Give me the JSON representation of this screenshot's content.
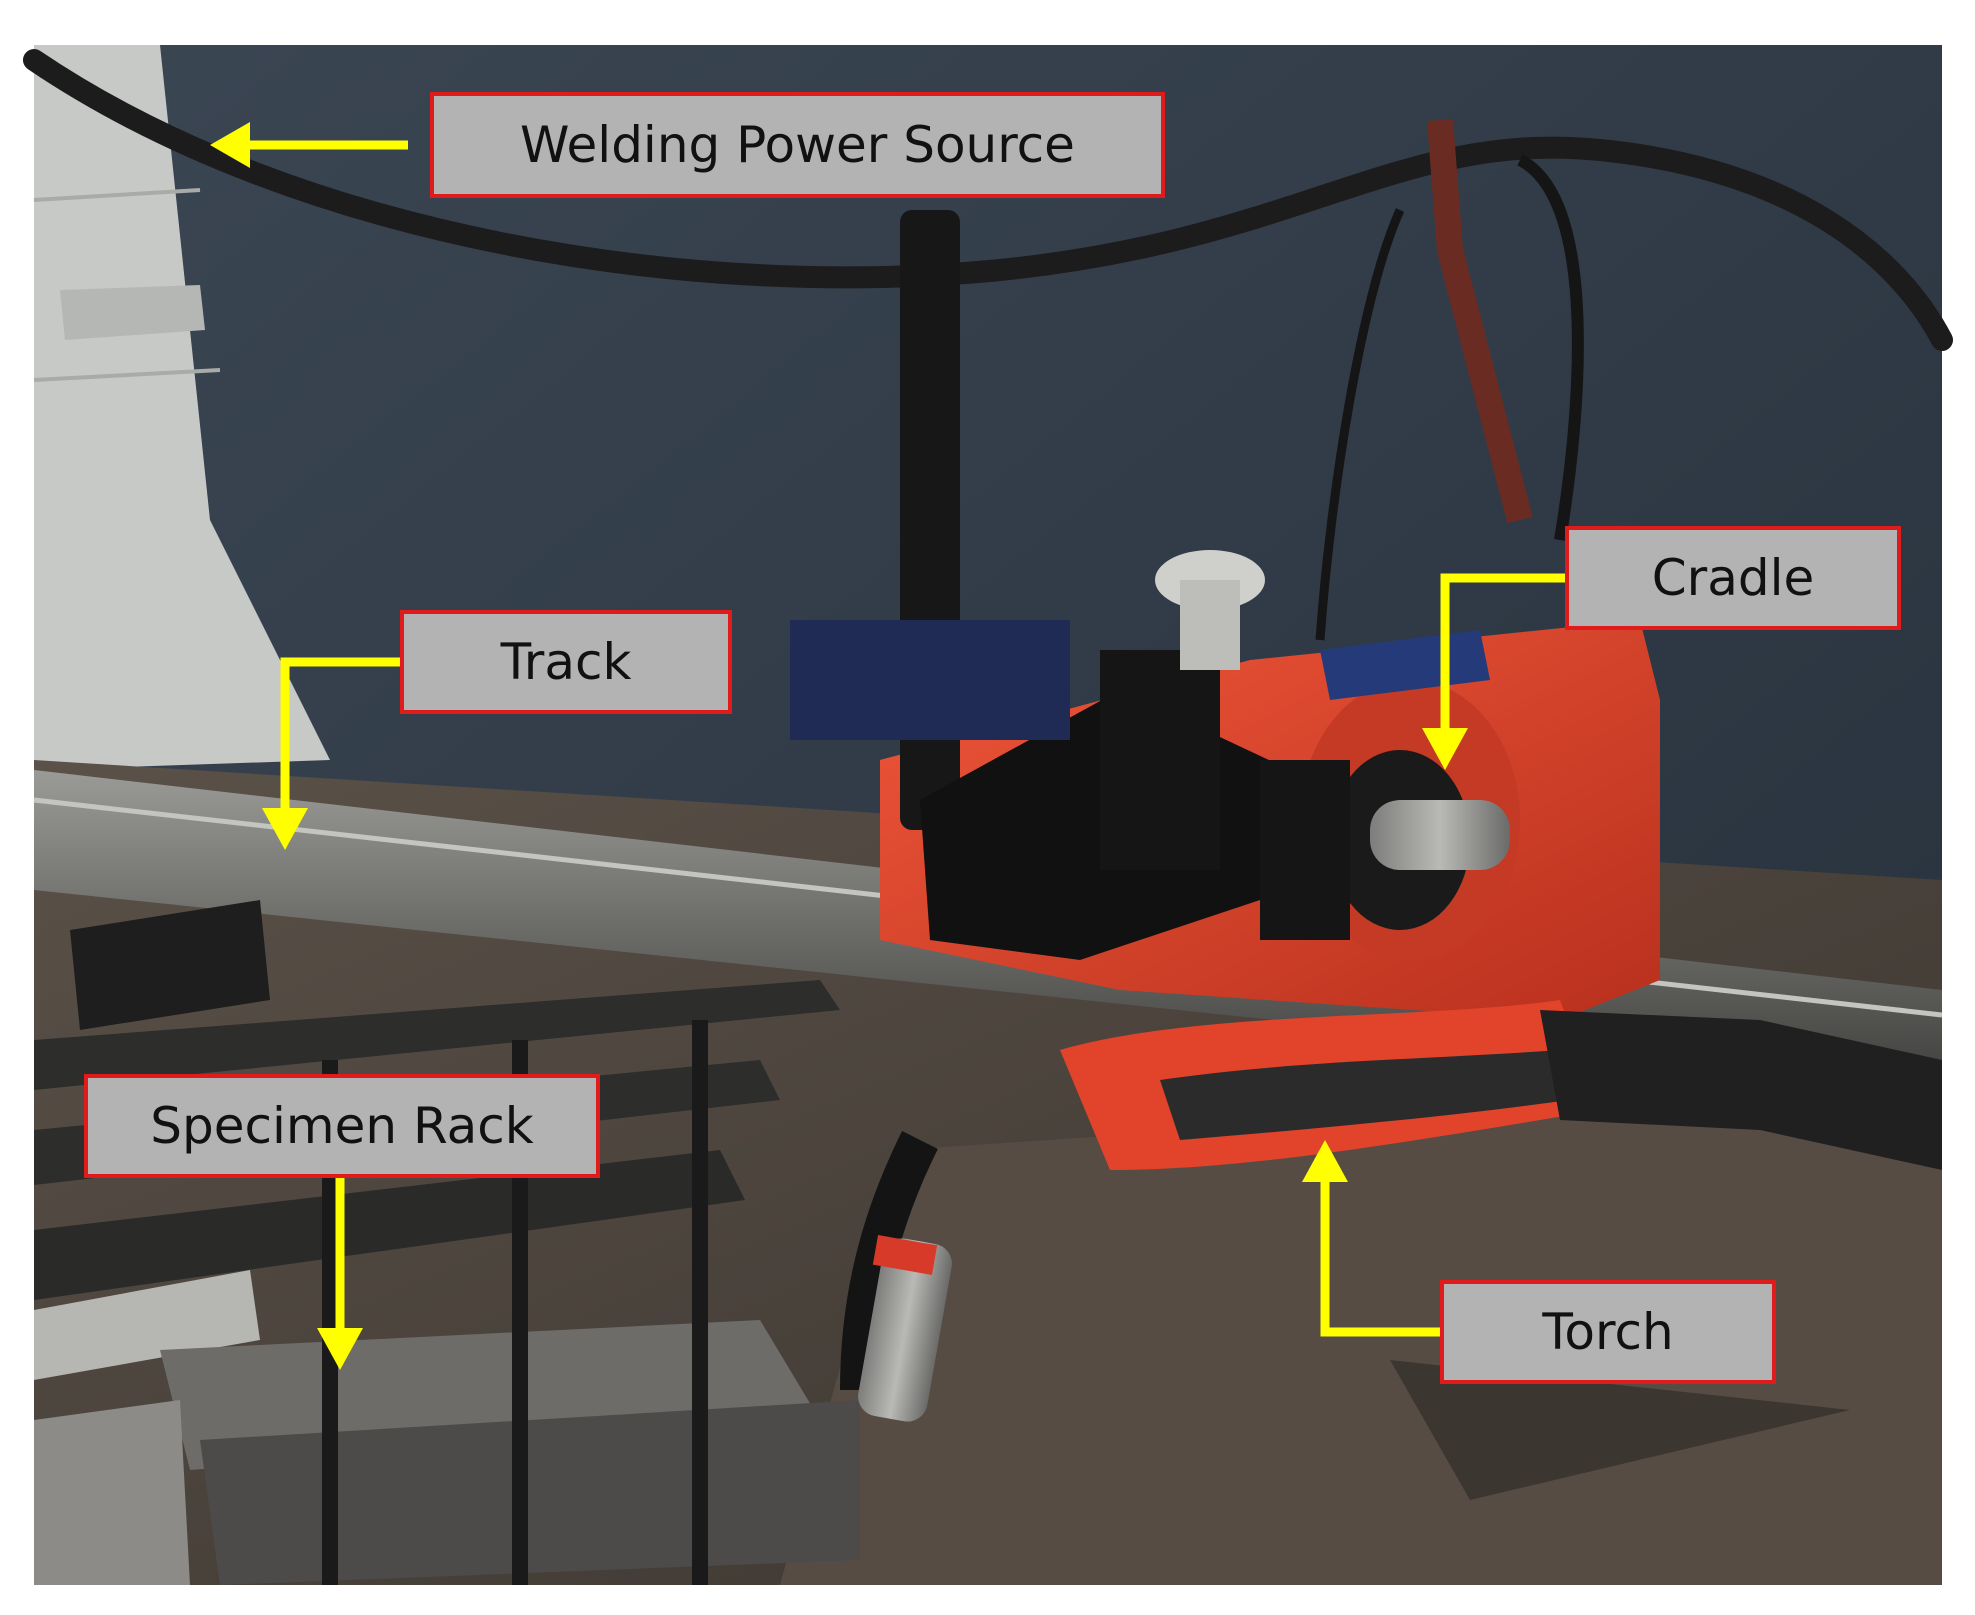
{
  "photo": {
    "subject": "automated welding carriage on a track"
  },
  "labels": {
    "power_source": "Welding Power Source",
    "track": "Track",
    "cradle": "Cradle",
    "specimen_rack": "Specimen Rack",
    "torch": "Torch"
  },
  "colors": {
    "label_fill": "#b3b3b3",
    "label_border": "#e01b1b",
    "arrow": "#ffff00",
    "carriage_body": "#e2432b"
  }
}
